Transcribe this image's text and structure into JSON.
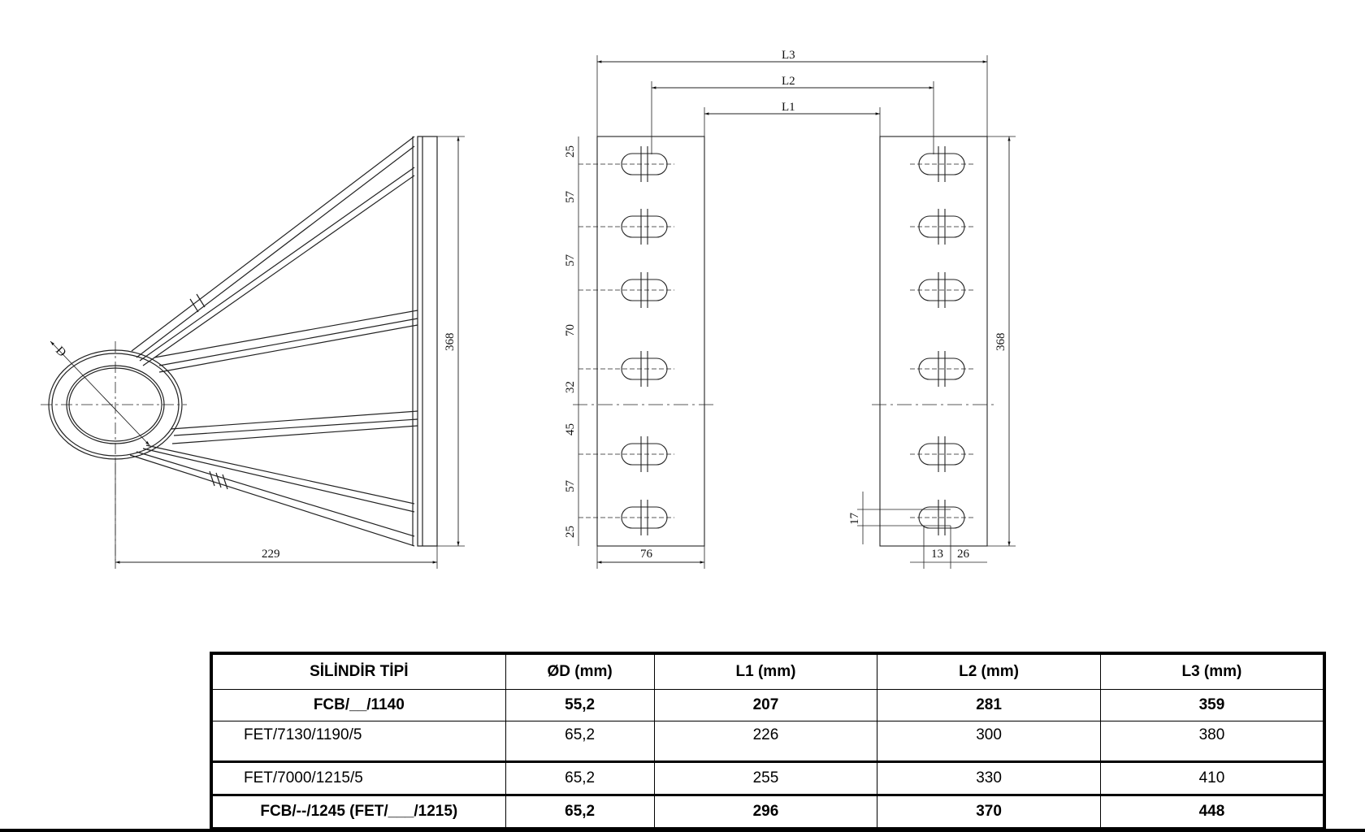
{
  "drawing": {
    "side_view": {
      "diameter_label": "D",
      "width_label": "229",
      "height_label": "368"
    },
    "front_view": {
      "l1_label": "L1",
      "l2_label": "L2",
      "l3_label": "L3",
      "hole_pitch_labels": [
        "25",
        "57",
        "57",
        "70",
        "32",
        "45",
        "57",
        "25"
      ],
      "height_label": "368",
      "plate_width_label": "76",
      "slot_height_label": "17",
      "edge_labels": [
        "13",
        "26"
      ]
    }
  },
  "table": {
    "headers": [
      "SİLİNDİR TİPİ",
      "ØD (mm)",
      "L1 (mm)",
      "L2 (mm)",
      "L3 (mm)"
    ],
    "rows": [
      [
        "FCB/__/1140",
        "55,2",
        "207",
        "281",
        "359"
      ],
      [
        "FET/7130/1190/5",
        "65,2",
        "226",
        "300",
        "380"
      ],
      [
        "FET/7000/1215/5",
        "65,2",
        "255",
        "330",
        "410"
      ],
      [
        "FCB/--/1245 (FET/___/1215)",
        "65,2",
        "296",
        "370",
        "448"
      ]
    ]
  }
}
